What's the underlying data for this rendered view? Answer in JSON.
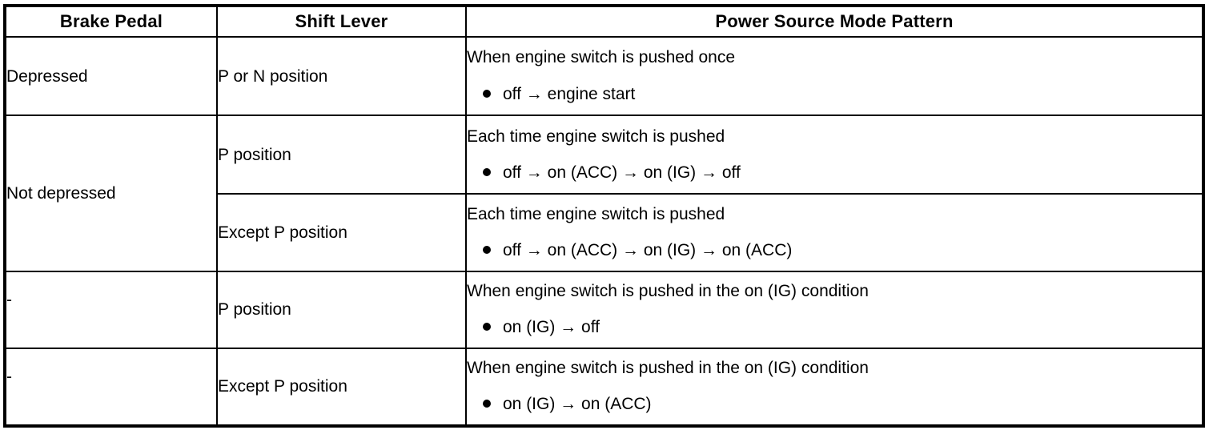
{
  "table": {
    "headers": [
      {
        "id": "brake-pedal",
        "label": "Brake Pedal"
      },
      {
        "id": "shift-lever",
        "label": "Shift Lever"
      },
      {
        "id": "power-source-mode-pattern",
        "label": "Power Source Mode Pattern"
      }
    ],
    "rows": [
      {
        "brake_pedal": "Depressed",
        "shift_lever": "P or N position",
        "pattern_title": "When engine switch is pushed once",
        "pattern_bullet": "off → engine start"
      },
      {
        "brake_pedal": "Not depressed",
        "shift_lever": "P position",
        "pattern_title": "Each time engine switch is pushed",
        "pattern_bullet": "off → on (ACC) → on (IG) → off"
      },
      {
        "brake_pedal": "",
        "shift_lever": "Except P position",
        "pattern_title": "Each time engine switch is pushed",
        "pattern_bullet": "off → on (ACC) → on (IG) → on (ACC)"
      },
      {
        "brake_pedal": "-",
        "shift_lever": "P position",
        "pattern_title": "When engine switch is pushed in the on (IG) condition",
        "pattern_bullet": "on (IG) → off"
      },
      {
        "brake_pedal": "-",
        "shift_lever": "Except P position",
        "pattern_title": "When engine switch is pushed in the on (IG) condition",
        "pattern_bullet": "on (IG) → on (ACC)"
      }
    ]
  },
  "colors": {
    "border": "#000000",
    "text": "#000000",
    "background": "#ffffff"
  }
}
